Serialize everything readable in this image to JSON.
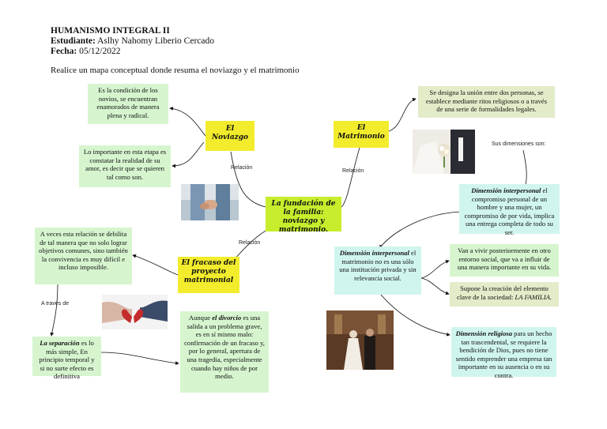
{
  "header": {
    "course": "HUMANISMO INTEGRAL II",
    "student_label": "Estudiante:",
    "student_name": "Aslhy Nahomy Liberio Cercado",
    "date_label": "Fecha:",
    "date_value": "05/12/2022",
    "instruction": "Realice un mapa conceptual donde resuma el noviazgo y el matrimonio"
  },
  "center": {
    "text": "La fundación de la familia: noviazgo y matrimonio."
  },
  "noviazgo": {
    "title": "El Noviazgo",
    "def1": "Es la condición de los novios, se encuentran enamorados de manera plena y radical.",
    "def2": "Lo importante en esta etapa es constatar la realidad de su amor, es decir que se quieren tal como son."
  },
  "matrimonio": {
    "title": "El Matrimonio",
    "def": "Se designa la unión entre dos personas, se establece mediante ritos religiosos o a través de una serie de formalidades legales.",
    "dims_label": "Sus dimensiones son:",
    "dim_interpersonal_title": "Dimensión interpersonal",
    "dim_interpersonal_text": " el compromiso personal de un hombre y una mujer, un compromiso de por vida, implica una entrega completa de todo su ser.",
    "dim_interpersonal2_title": "Dimensión interpersonal",
    "dim_interpersonal2_text": " el matrimonio no es una sólo una institución privada y sin relevancia social.",
    "vivir": "Van a vivir posteriormente en otro entorno social, que va a influir de una manera importante en su vida.",
    "familia_text": "Supone la creación del elemento clave de la sociedad: ",
    "familia_em": "LA FAMILIA.",
    "dim_religiosa_title": "Dimensión religiosa",
    "dim_religiosa_text": " para un hecho tan trascendental, se requiere la bendición de Dios, pues no tiene sentido emprender una empresa tan importante en su ausencia o en su contra."
  },
  "fracaso": {
    "title": "El fracaso del proyecto matrimonial",
    "veces": "A veces esta relación se debilita de tal manera que no solo lograr objetivos comunes, sino también la convivencia es muy difícil e incluso imposible.",
    "traves": "A través de",
    "separacion_title": "La separación",
    "separacion_text": " es lo más simple, En principio temporal y si no surte efecto es definitiva",
    "divorcio_pre": "Aunque ",
    "divorcio_em": "el divorcio",
    "divorcio_post": " es una salida a un problema grave, es en sí mismo malo: confirmación de un fracaso y, por lo general, apertura de una tragedia, especialmente cuando hay niños de por medio."
  },
  "relations": {
    "r1": "Relación",
    "r2": "Relación",
    "r3": "Relación"
  },
  "photos": {
    "p1": "holding-hands-photo",
    "p2": "wedding-couple-photo",
    "p3": "broken-heart-photo",
    "p4": "church-wedding-photo"
  }
}
